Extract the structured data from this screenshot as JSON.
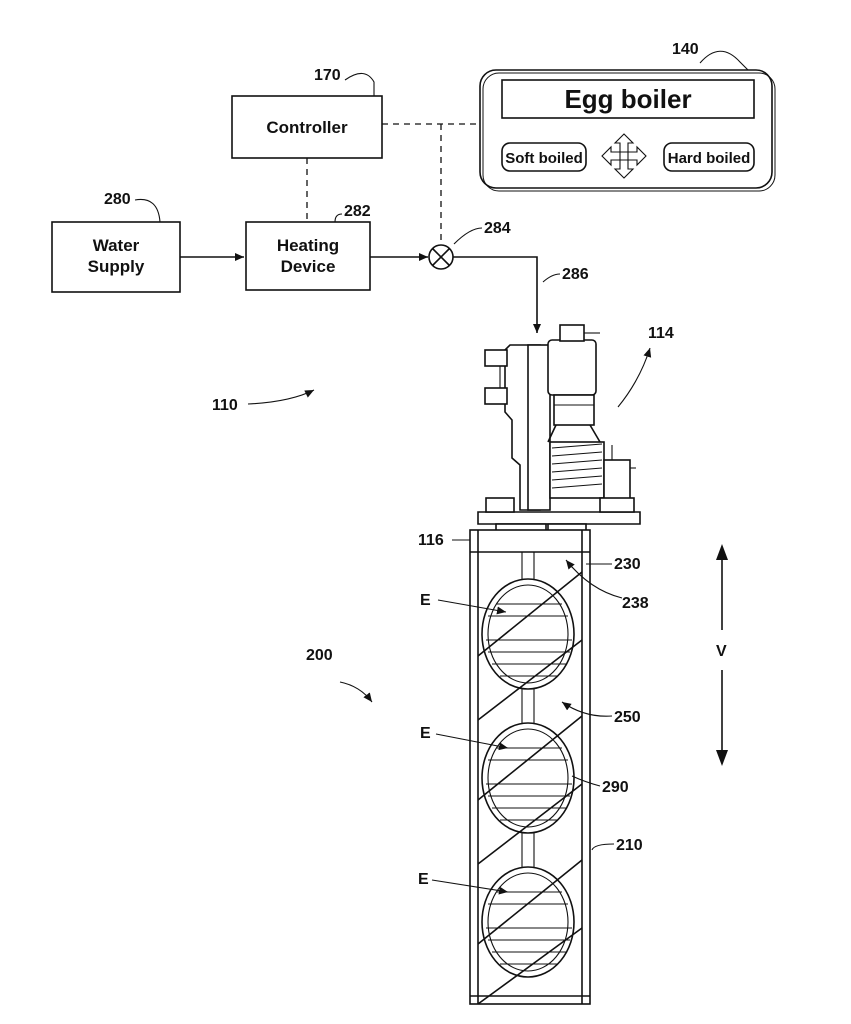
{
  "blocks": {
    "controller": "Controller",
    "water_supply": [
      "Water",
      "Supply"
    ],
    "heating_device": [
      "Heating",
      "Device"
    ]
  },
  "panel": {
    "title": "Egg boiler",
    "soft_button": "Soft boiled",
    "hard_button": "Hard boiled"
  },
  "refs": {
    "r140": "140",
    "r170": "170",
    "r280": "280",
    "r282": "282",
    "r284": "284",
    "r286": "286",
    "r114": "114",
    "r110": "110",
    "r116": "116",
    "r230": "230",
    "r238": "238",
    "r200": "200",
    "r250": "250",
    "r290": "290",
    "r210": "210",
    "e1": "E",
    "e2": "E",
    "e3": "E",
    "v": "V"
  }
}
